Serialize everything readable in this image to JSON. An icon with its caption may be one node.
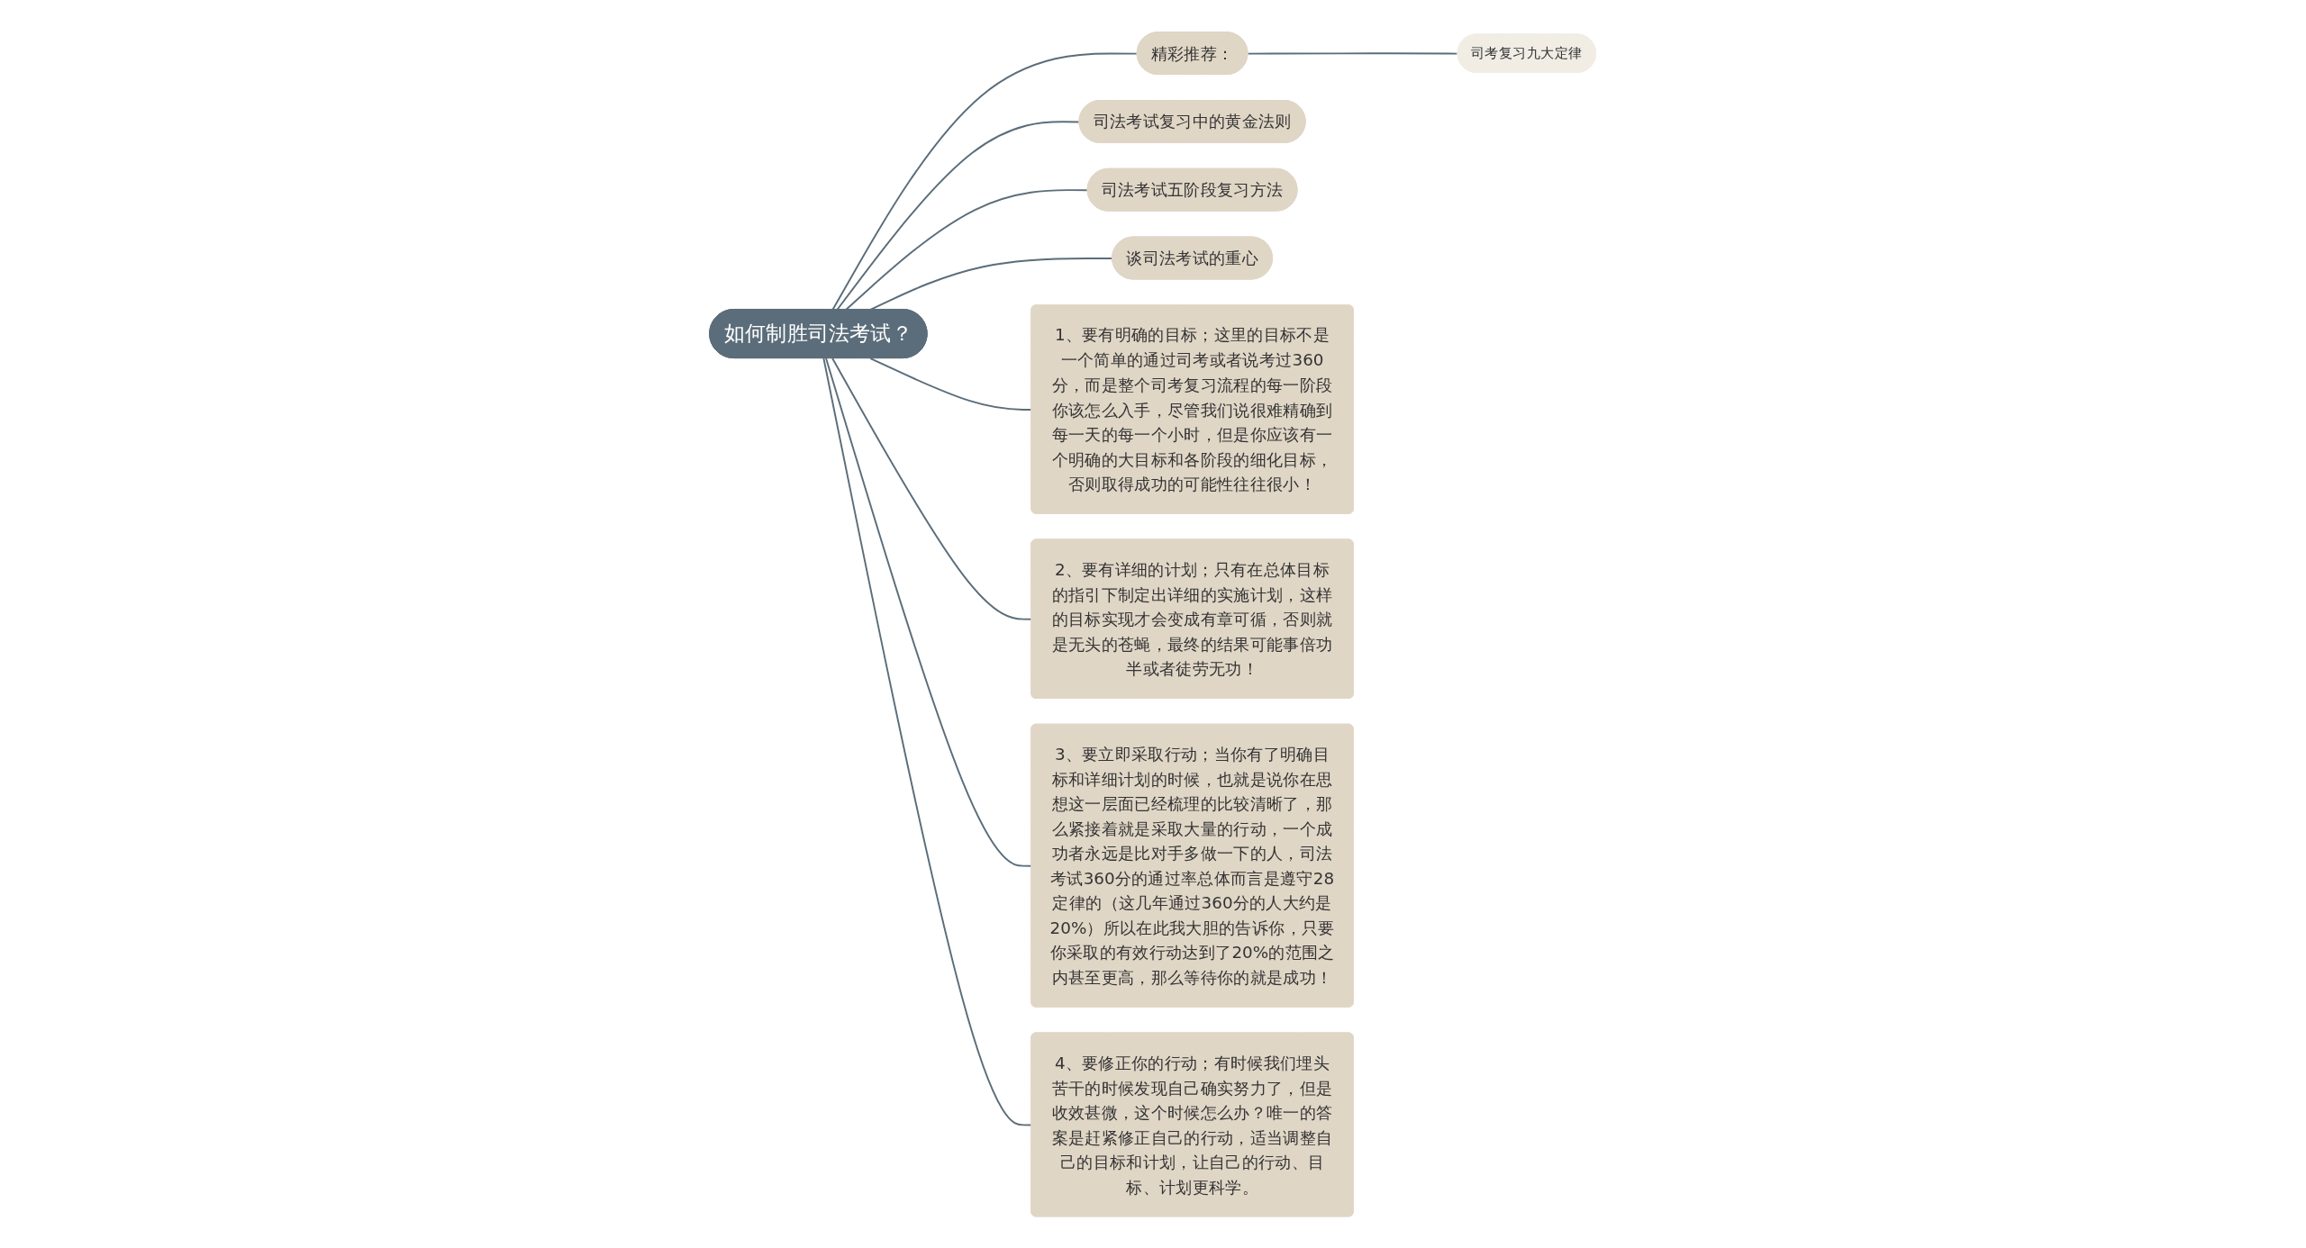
{
  "diagram": {
    "nodes": [
      {
        "text": [
          "如何制胜司法考试？"
        ]
      },
      {
        "text": [
          "精彩推荐："
        ]
      },
      {
        "text": [
          "司考复习九大定律"
        ]
      },
      {
        "text": [
          "司法考试复习中的黄金法则"
        ]
      },
      {
        "text": [
          "司法考试五阶段复习方法"
        ]
      },
      {
        "text": [
          "谈司法考试的重心"
        ]
      },
      {
        "text": [
          "1、要有明确的目标；这里的目标不是一个简单的通过司考或者说考过360分，而是整个司考复习流程的每一阶段你该怎么入手，尽管我们说很难精确到每一天的每一个小时，但是你应该有一个明确的大目标和各阶段的细化目标，否则取得成功的可能性往往很小！"
        ]
      },
      {
        "text": [
          "2、要有详细的计划；只有在总体目标的指引下制定出详细的实施计划，这样的目标实现才会变成有章可循，否则就是无头的苍蝇，最终的结果可能事倍功半或者徒劳无功！"
        ]
      },
      {
        "text": [
          "3、要立即采取行动；当你有了明确目标和详细计划的时候，也就是说你在思想这一层面已经梳理的比较清晰了，那么紧接着就是采取大量的行动，一个成功者永远是比对手多做一下的人，司法考试360分的通过率总体而言是遵守28定律的（这几年通过360分的人大约是20%）所以在此我大胆的告诉你，只要你采取的有效行动达到了20%的范围之内甚至更高，那么等待你的就是成功！"
        ]
      },
      {
        "text": [
          "4、要修正你的行动；有时候我们埋头苦干的时候发现自己确实努力了，但是收效甚微，这个时候怎么办？唯一的答案是赶紧修正自己的行动，适当调整自己的目标和计划，让自己的行动、目标、计划更科学。"
        ]
      }
    ],
    "edges": [
      {
        "from": 0,
        "to": 1,
        "arrow": "none"
      },
      {
        "from": 1,
        "to": 2,
        "arrow": "none"
      },
      {
        "from": 0,
        "to": 3,
        "arrow": "none"
      },
      {
        "from": 0,
        "to": 4,
        "arrow": "none"
      },
      {
        "from": 0,
        "to": 5,
        "arrow": "none"
      },
      {
        "from": 0,
        "to": 6,
        "arrow": "none"
      },
      {
        "from": 0,
        "to": 7,
        "arrow": "none"
      },
      {
        "from": 0,
        "to": 8,
        "arrow": "none"
      },
      {
        "from": 0,
        "to": 9,
        "arrow": "none"
      }
    ]
  }
}
